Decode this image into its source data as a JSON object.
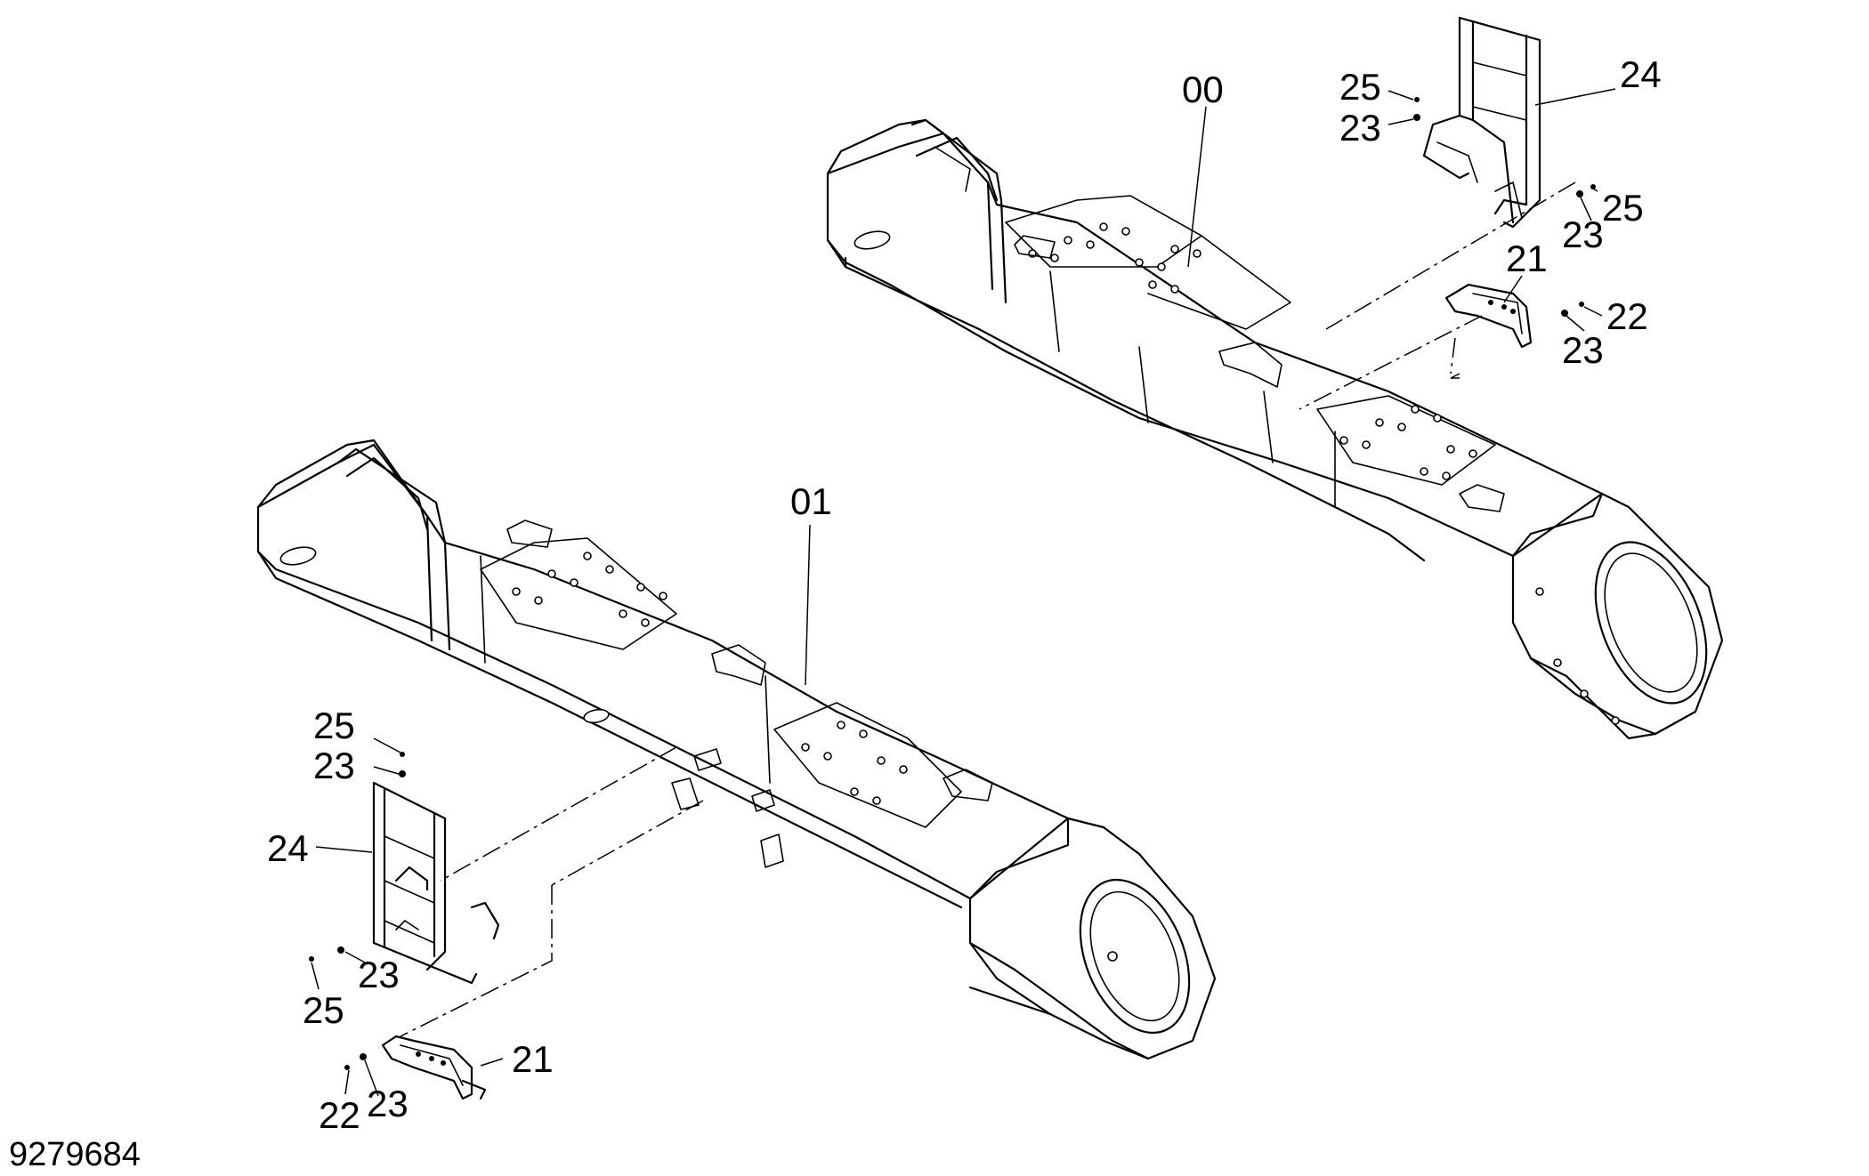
{
  "document_number": "9279684",
  "callouts": {
    "frame_upper": "00",
    "frame_lower": "01",
    "upper_ladder": "24",
    "upper_pin_top": "25",
    "upper_washer_top": "23",
    "upper_pin_right": "25",
    "upper_washer_right": "23",
    "upper_handle": "21",
    "upper_bolt": "22",
    "upper_washer_bolt": "23",
    "lower_pin_top": "25",
    "lower_washer_top": "23",
    "lower_ladder": "24",
    "lower_washer_bottom": "23",
    "lower_pin_bottom": "25",
    "lower_handle": "21",
    "lower_bolt": "22",
    "lower_washer_bolt": "23"
  }
}
